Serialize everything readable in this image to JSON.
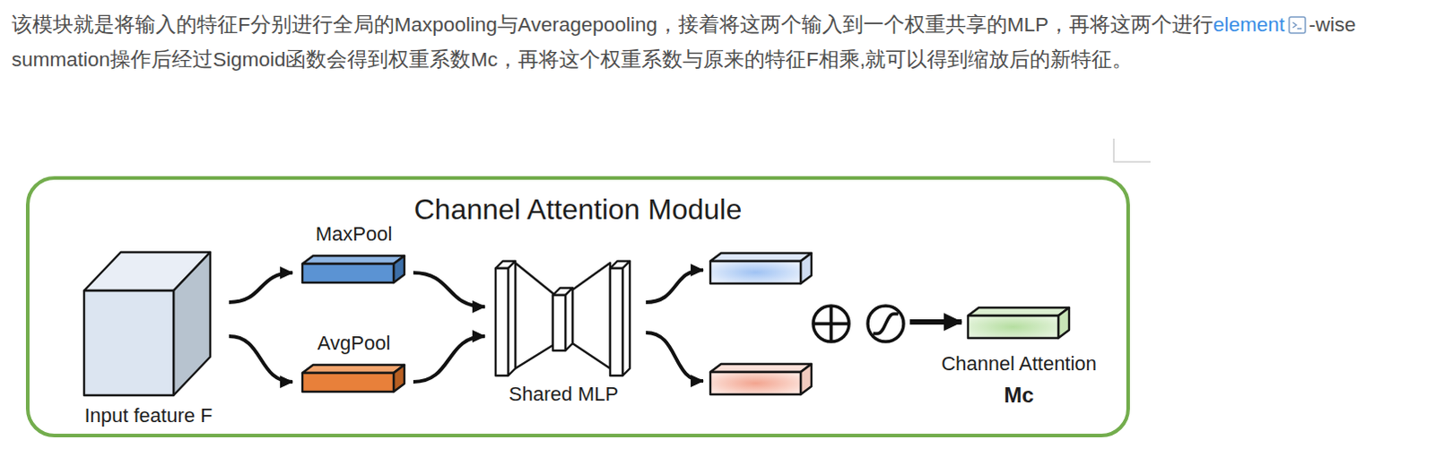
{
  "diagram": {
    "nodes": [
      {
        "text": [
          "Channel Attention Module"
        ]
      },
      {
        "text": [
          "Input feature F"
        ],
        "in": 0
      },
      {
        "text": [
          "MaxPool"
        ],
        "in": 0
      },
      {
        "text": [
          "AvgPool"
        ],
        "in": 0
      },
      {
        "text": [
          "Shared MLP"
        ],
        "in": 0
      },
      {
        "text": [
          "Channel Attention",
          "Mc"
        ],
        "in": 0
      }
    ],
    "edges": [
      {
        "from": 1,
        "to": 2,
        "arrow": "to"
      },
      {
        "from": 1,
        "to": 3,
        "arrow": "to"
      },
      {
        "from": 2,
        "to": 4,
        "arrow": "to"
      },
      {
        "from": 3,
        "to": 4,
        "arrow": "to"
      }
    ],
    "labels": [
      "该模块就是将输入的特征F分别进行全局的Maxpooling与Averagepooling，接着将这两个输入到一个权重共享的MLP，再将这两个进行",
      "element",
      "-wise summation操作后经过Sigmoid函数会得到权重系数Mc，再将这个权重系数与原来的特征F相乘,就可以得到缩放后的新特征。"
    ]
  }
}
